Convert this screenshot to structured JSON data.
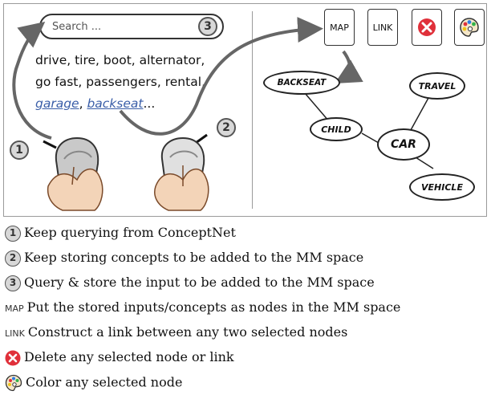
{
  "search": {
    "placeholder": "Search ...",
    "badge": "3"
  },
  "concepts": {
    "line1": "drive, tire, boot, alternator,",
    "line2": "go fast, passengers, rental,",
    "link1": "garage",
    "sep": ", ",
    "link2": "backseat",
    "ellipsis": "..."
  },
  "step_badges": {
    "one": "1",
    "two": "2"
  },
  "toolbar": {
    "map_label": "MAP",
    "link_label": "LINK",
    "delete_icon": "red-x-icon",
    "palette_icon": "color-palette-icon"
  },
  "mindmap": {
    "nodes": [
      "BACKSEAT",
      "TRAVEL",
      "CHILD",
      "CAR",
      "VEHICLE"
    ]
  },
  "legend": [
    {
      "marker": "1",
      "text": "Keep querying from ConceptNet"
    },
    {
      "marker": "2",
      "text": "Keep storing concepts to be added to the MM space"
    },
    {
      "marker": "3",
      "text": "Query & store the input to be added to the MM space"
    },
    {
      "marker": "MAP",
      "text": "Put the stored inputs/concepts as nodes in the MM space"
    },
    {
      "marker": "LINK",
      "text": "Construct a link between any two selected nodes"
    },
    {
      "marker": "delete-icon",
      "text": "Delete any selected node or link"
    },
    {
      "marker": "palette-icon",
      "text": "Color any selected node"
    }
  ],
  "colors": {
    "delete_red": "#e0303a",
    "link_blue": "#3a5ea8",
    "arrow_gray": "#666666"
  }
}
